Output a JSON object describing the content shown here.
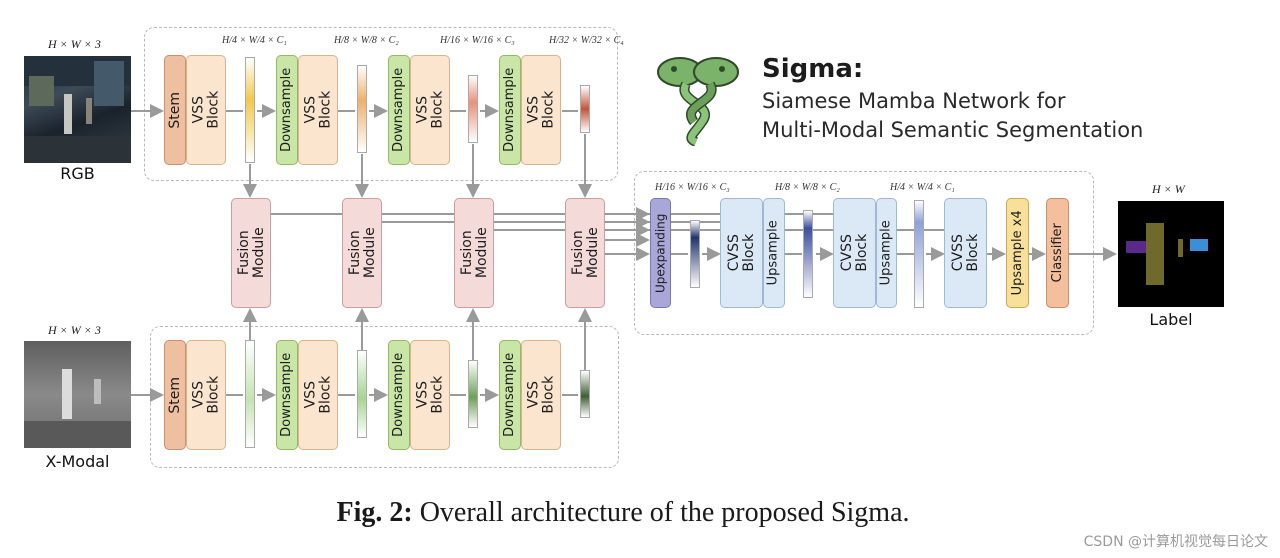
{
  "title": {
    "main": "Sigma:",
    "line1": "Siamese Mamba Network for",
    "line2": "Multi-Modal Semantic Segmentation"
  },
  "inputs": {
    "rgb_dim": "H × W × 3",
    "rgb_label": "RGB",
    "xmodal_dim": "H × W × 3",
    "xmodal_label": "X-Modal"
  },
  "output": {
    "dim": "H × W",
    "label": "Label"
  },
  "encoder_blocks": {
    "stem": "Stem",
    "vss": "VSS Block",
    "downsample": "Downsample"
  },
  "encoder_dims": [
    "H/4 × W/4 × C₁",
    "H/8 × W/8 × C₂",
    "H/16 × W/16 × C₃",
    "H/32 × W/32 × C₄"
  ],
  "fusion_label": "Fusion Module",
  "decoder_blocks": {
    "upexpanding": "Upexpanding",
    "cvss": "CVSS Block",
    "upsample": "Upsample",
    "upsample_x4": "Upsample x4",
    "classifier": "Classifier"
  },
  "decoder_dims": [
    "H/16 × W/16 × C₃",
    "H/8 × W/8 × C₂",
    "H/4 × W/4 × C₁"
  ],
  "caption": {
    "prefix": "Fig. 2:",
    "text": " Overall architecture of the proposed Sigma."
  },
  "watermark": "CSDN @计算机视觉每日论文",
  "icons": [
    "snake-logo-icon"
  ],
  "colors": {
    "rgb_features": [
      "#f2c94c",
      "#eeb06b",
      "#e9907a",
      "#c2553a"
    ],
    "xmodal_features": [
      "#c5e3b3",
      "#a6d492",
      "#6e9f5a",
      "#3f5f35"
    ],
    "decoder_features": [
      "#22346e",
      "#3d4f9e",
      "#8fa0d8"
    ]
  }
}
